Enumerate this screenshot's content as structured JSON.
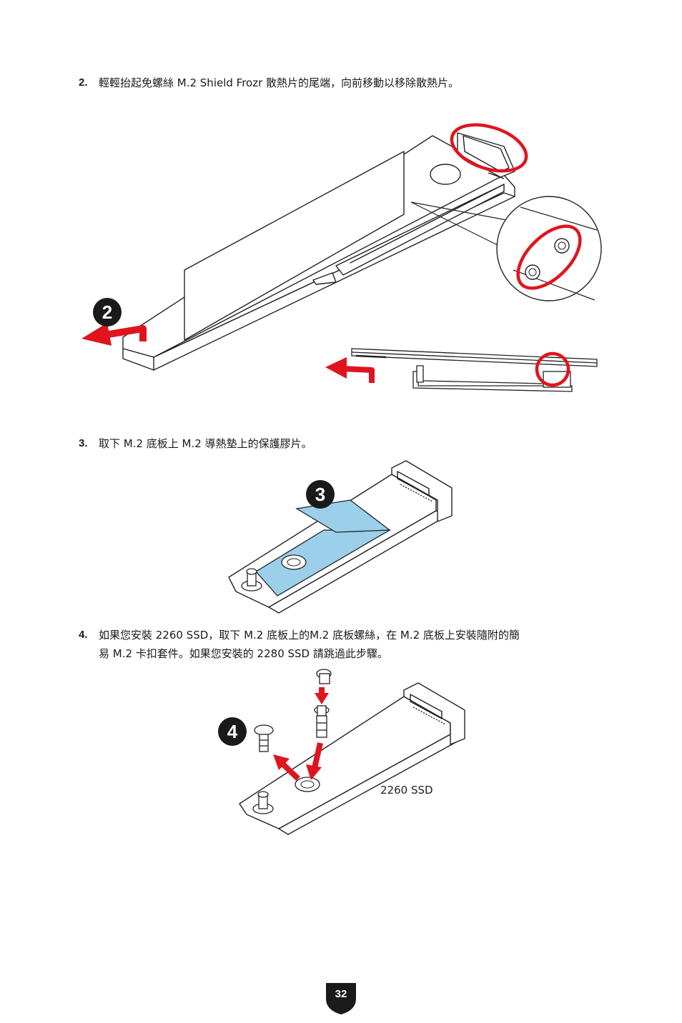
{
  "steps": [
    {
      "number": "2.",
      "lines": [
        "輕輕抬起免螺絲 M.2 Shield Frozr 散熱片的尾端，向前移動以移除散熱片。"
      ],
      "badge": "2"
    },
    {
      "number": "3.",
      "lines": [
        "取下 M.2 底板上 M.2 導熱墊上的保護膠片。"
      ],
      "badge": "3"
    },
    {
      "number": "4.",
      "lines": [
        "如果您安裝 2260 SSD，取下 M.2 底板上的M.2 底板螺絲，在 M.2 底板上安裝隨附的簡",
        "易 M.2 卡扣套件。如果您安裝的 2280 SSD 請跳過此步驟。"
      ],
      "badge": "4"
    }
  ],
  "diagram_label": "2260 SSD",
  "page_number": "32",
  "colors": {
    "highlight": "#e0141e",
    "pad": "#9ccfe9",
    "badge": "#1a1a1a"
  }
}
